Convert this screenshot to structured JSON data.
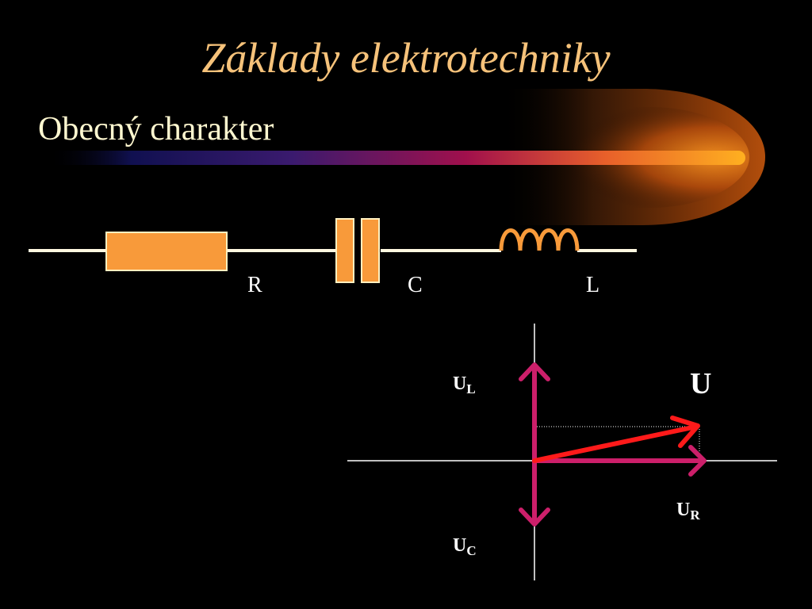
{
  "slide": {
    "title": "Základy elektrotechniky",
    "subtitle": "Obecný charakter"
  },
  "circuit": {
    "components": [
      {
        "label": "R"
      },
      {
        "label": "C"
      },
      {
        "label": "L"
      }
    ],
    "component_color": "#f89a3a",
    "wire_color": "#fff8e0"
  },
  "phasor": {
    "labels": {
      "u_l_main": "U",
      "u_l_sub": "L",
      "u_c_main": "U",
      "u_c_sub": "C",
      "u_r_main": "U",
      "u_r_sub": "R",
      "u": "U"
    },
    "colors": {
      "component_vectors": "#cc1f6a",
      "resultant": "#ff1a1a",
      "axes": "#ffffff"
    }
  },
  "decoration": {
    "comet_colors": [
      "#1a1a6e",
      "#a0104c",
      "#f59a1a",
      "#8a3a08"
    ]
  }
}
